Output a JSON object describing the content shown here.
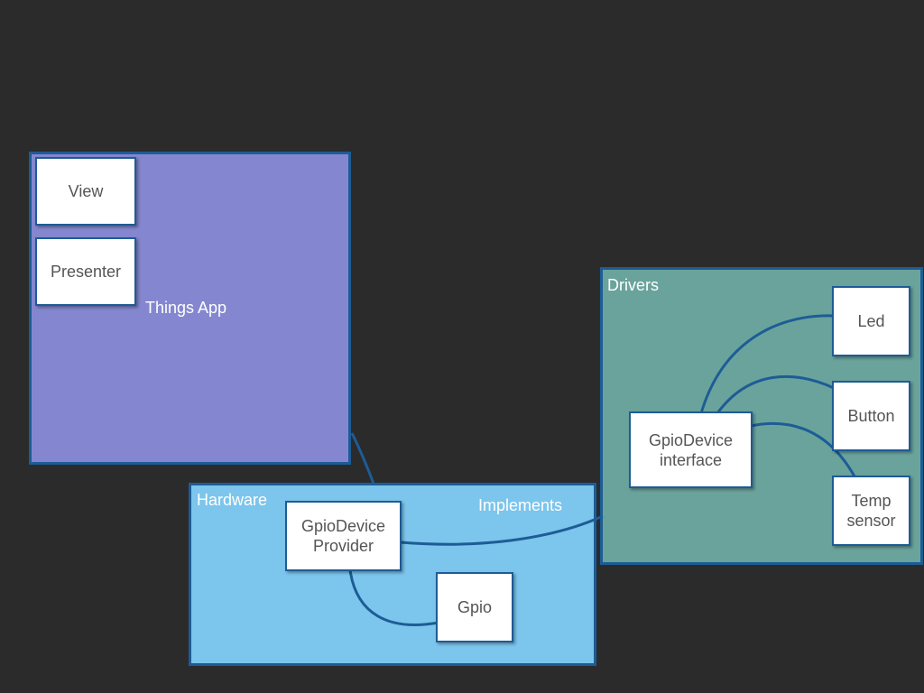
{
  "colors": {
    "background": "#2b2b2b",
    "things_app_fill": "#8487cf",
    "hardware_fill": "#7cc5ec",
    "drivers_fill": "#6aa39c",
    "border": "#1d5c96",
    "node_fill": "#ffffff",
    "node_text": "#555555"
  },
  "containers": {
    "things_app": {
      "label": "Things App"
    },
    "hardware": {
      "label": "Hardware"
    },
    "drivers": {
      "label": "Drivers"
    }
  },
  "nodes": {
    "view": "View",
    "presenter": "Presenter",
    "gpio_device_provider": "GpioDevice\nProvider",
    "gpio": "Gpio",
    "gpio_device_interface": "GpioDevice\ninterface",
    "led": "Led",
    "button": "Button",
    "temp_sensor": "Temp\nsensor"
  },
  "edges": {
    "implements_label": "Implements"
  }
}
